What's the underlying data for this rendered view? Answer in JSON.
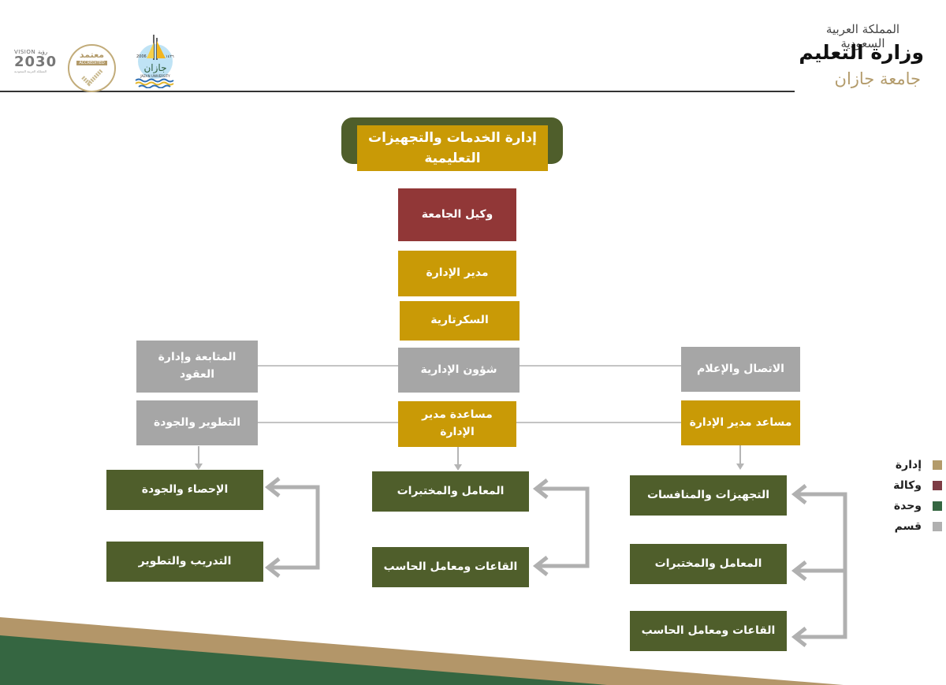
{
  "header": {
    "ministry_crest": "المملكة العربية السعودية",
    "ministry_name": "وزارة التعليم",
    "university_name": "جامعة جازان",
    "logos": {
      "vision": {
        "top": "VISION رؤية",
        "number": "2030",
        "sub": "المملكة العربية السعودية"
      },
      "accredited": {
        "arabic": "معتمد",
        "english": "ACCREDITED"
      },
      "jazan": {
        "year_left": "2006",
        "year_right": "١٤٢٦",
        "caption": "JAZAN UNIVERSITY"
      }
    }
  },
  "chart": {
    "title": "إدارة الخدمات والتجهيزات التعليمية",
    "center_column": {
      "vice_rector": "وكيل الجامعة",
      "director": "مدير الإدارة",
      "secretariat": "السكرتارية",
      "admin_affairs": "شؤون الإدارية",
      "assistant_director_f": "مساعدة مدير الإدارة"
    },
    "left_column": {
      "followup_contracts": "المتابعة وإدارة العقود",
      "development_quality": "التطوير والجودة"
    },
    "right_column": {
      "communication_media": "الاتصال والإعلام",
      "assistant_director_m": "مساعد مدير الإدارة"
    },
    "left_units": [
      "الإحصاء والجودة",
      "التدريب والتطوير"
    ],
    "center_units": [
      "المعامل والمختبرات",
      "القاعات ومعامل الحاسب"
    ],
    "right_units": [
      "التجهيزات والمنافسات",
      "المعامل والمختبرات",
      "القاعات ومعامل الحاسب"
    ]
  },
  "legend": {
    "items": [
      {
        "label": "إدارة",
        "color": "#b39b6b"
      },
      {
        "label": "وكالة",
        "color": "#7d3b44"
      },
      {
        "label": "وحدة",
        "color": "#356641"
      },
      {
        "label": "قسم",
        "color": "#b0b0b0"
      }
    ]
  },
  "colors": {
    "olive": "#4f5e2b",
    "gold": "#c99a06",
    "gray": "#a6a6a6",
    "maroon": "#913737",
    "footer_tan": "#b39669",
    "footer_green": "#356641"
  }
}
